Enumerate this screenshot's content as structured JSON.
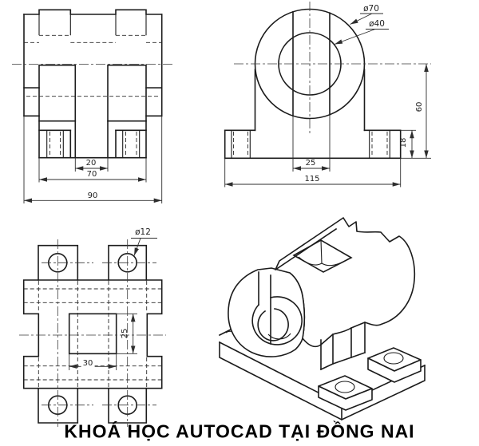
{
  "caption": "KHOÁ HỌC AUTOCAD TẠI ĐỒNG NAI",
  "views": {
    "side_view": {
      "dim_center_gap": "20",
      "dim_legs_span": "70",
      "dim_total_width": "90"
    },
    "front_view": {
      "dia_outer": "ø70",
      "dia_bore": "ø40",
      "dim_slot_width": "25",
      "dim_base_length": "115",
      "dim_base_height": "18",
      "dim_center_height": "60"
    },
    "top_view": {
      "dia_bolt_hole": "ø12",
      "dim_slot_length": "30",
      "dim_slot_width": "25"
    }
  },
  "colors": {
    "line": "#1b1b1b",
    "dimension": "#222222",
    "caption": "#000000",
    "background": "#ffffff"
  }
}
